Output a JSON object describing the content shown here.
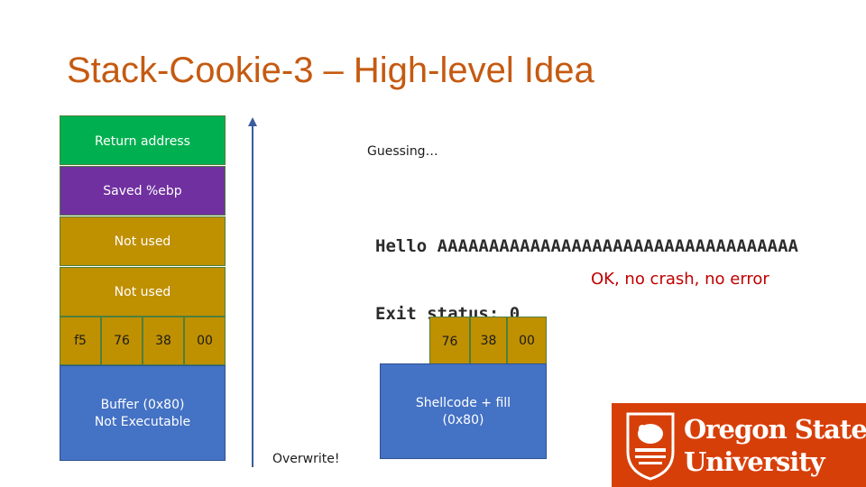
{
  "title": "Stack-Cookie-3 – High-level Idea",
  "stack": {
    "return_address": "Return address",
    "saved_ebp": "Saved %ebp",
    "not_used_1": "Not used",
    "not_used_2": "Not used",
    "cookie_bytes": [
      "f5",
      "76",
      "38",
      "00"
    ],
    "buffer_line1": "Buffer (0x80)",
    "buffer_line2": "Not Executable"
  },
  "guessing": "Guessing…",
  "terminal": {
    "line1": "Hello AAAAAAAAAAAAAAAAAAAAAAAAAAAAAAAAAAA",
    "line2": "Exit status: 0"
  },
  "result": "OK, no crash, no error",
  "overwrite": {
    "bytes": [
      "76",
      "38",
      "00"
    ],
    "shellcode_line1": "Shellcode + fill",
    "shellcode_line2": "(0x80)",
    "label": "Overwrite!"
  },
  "logo": {
    "line1": "Oregon State",
    "line2": "University"
  },
  "colors": {
    "title": "#c55a11",
    "return_address": "#00b050",
    "saved_ebp": "#7030a0",
    "not_used": "#bf9000",
    "buffer": "#4472c4",
    "result": "#c00000",
    "logo_bg": "#d73f09"
  }
}
